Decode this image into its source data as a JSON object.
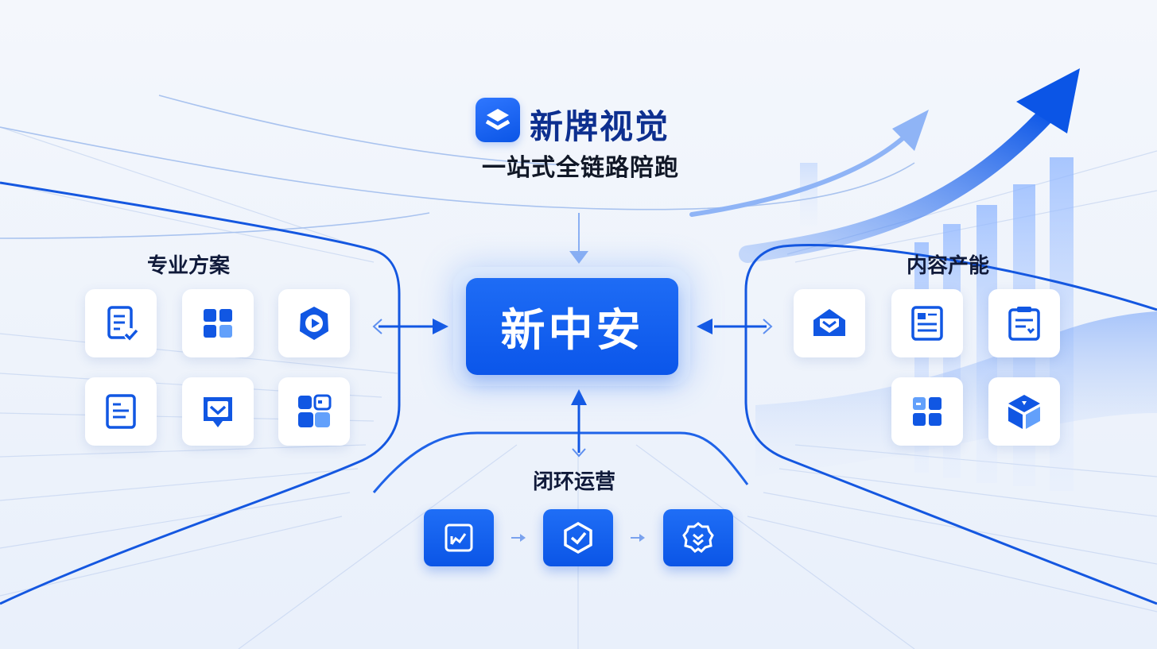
{
  "brand": {
    "name": "新牌视觉",
    "tagline": "一站式全链路陪跑",
    "icon": "layers-chevron-icon"
  },
  "center": {
    "label": "新中安"
  },
  "groups": {
    "left": {
      "title": "专业方案",
      "icons": [
        "document-check-icon",
        "app-grid-icon",
        "video-play-icon",
        "list-document-icon",
        "message-check-icon",
        "dashboard-icon"
      ]
    },
    "right": {
      "title": "内容产能",
      "icons": [
        "mail-open-icon",
        "news-card-icon",
        "clipboard-download-icon",
        "app-grid-icon",
        "cube-icon"
      ]
    },
    "bottom": {
      "title": "闭环运营",
      "icons": [
        "analytics-chart-icon",
        "shield-check-icon",
        "badge-award-icon"
      ]
    }
  },
  "colors": {
    "primary": "#0b55e6",
    "primary_light": "#2f77ff",
    "text_dark": "#101a3a",
    "brand_text": "#0d2f8f",
    "background": "#f1f5fc"
  }
}
